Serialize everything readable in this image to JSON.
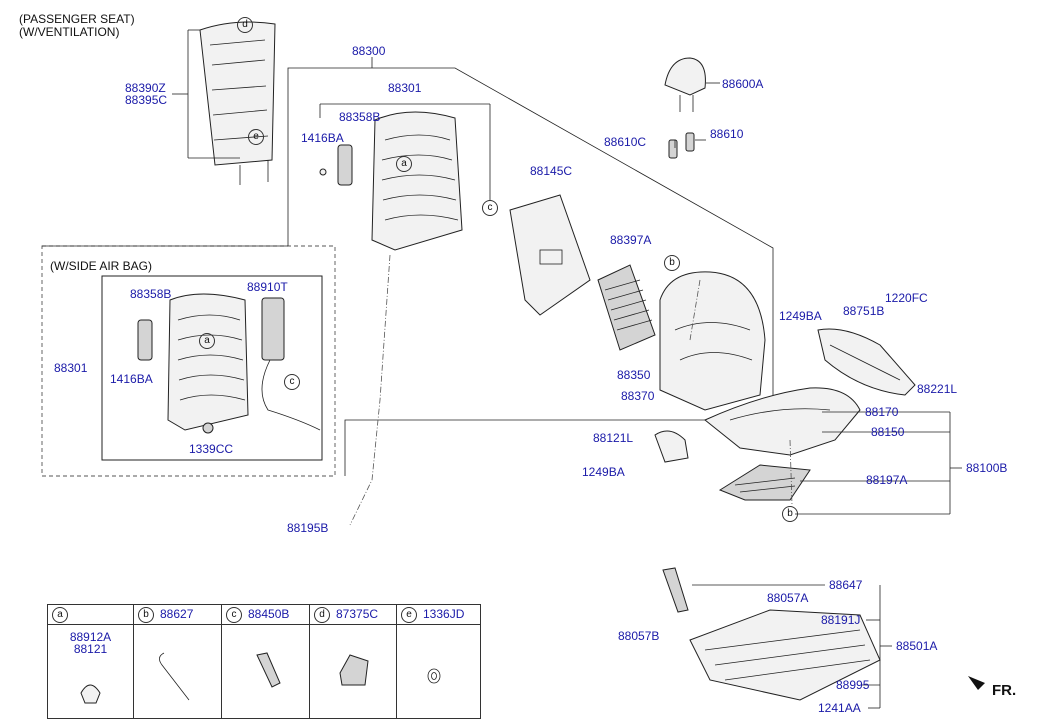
{
  "notes": {
    "line1": "(PASSENGER SEAT)",
    "line2": "(W/VENTILATION)",
    "side_airbag": "(W/SIDE AIR BAG)"
  },
  "parts": [
    {
      "key": "p88390Z",
      "label": "88390Z"
    },
    {
      "key": "p88395C",
      "label": "88395C"
    },
    {
      "key": "p88300",
      "label": "88300"
    },
    {
      "key": "p88301a",
      "label": "88301"
    },
    {
      "key": "p88358Ba",
      "label": "88358B"
    },
    {
      "key": "p1416BAa",
      "label": "1416BA"
    },
    {
      "key": "p88600A",
      "label": "88600A"
    },
    {
      "key": "p88610C",
      "label": "88610C"
    },
    {
      "key": "p88610",
      "label": "88610"
    },
    {
      "key": "p88145C",
      "label": "88145C"
    },
    {
      "key": "p88397A",
      "label": "88397A"
    },
    {
      "key": "p88358Bb",
      "label": "88358B"
    },
    {
      "key": "p88910T",
      "label": "88910T"
    },
    {
      "key": "p88301b",
      "label": "88301"
    },
    {
      "key": "p1416BAb",
      "label": "1416BA"
    },
    {
      "key": "p1339CC",
      "label": "1339CC"
    },
    {
      "key": "p1249BAa",
      "label": "1249BA"
    },
    {
      "key": "p88751B",
      "label": "88751B"
    },
    {
      "key": "p1220FC",
      "label": "1220FC"
    },
    {
      "key": "p88350",
      "label": "88350"
    },
    {
      "key": "p88370",
      "label": "88370"
    },
    {
      "key": "p88221L",
      "label": "88221L"
    },
    {
      "key": "p88170",
      "label": "88170"
    },
    {
      "key": "p88150",
      "label": "88150"
    },
    {
      "key": "p88121L",
      "label": "88121L"
    },
    {
      "key": "p88100B",
      "label": "88100B"
    },
    {
      "key": "p1249BAb",
      "label": "1249BA"
    },
    {
      "key": "p88197A",
      "label": "88197A"
    },
    {
      "key": "p88195B",
      "label": "88195B"
    },
    {
      "key": "p88647",
      "label": "88647"
    },
    {
      "key": "p88057Aa",
      "label": "88057A"
    },
    {
      "key": "p88191J",
      "label": "88191J"
    },
    {
      "key": "p88057B",
      "label": "88057B"
    },
    {
      "key": "p88501A",
      "label": "88501A"
    },
    {
      "key": "p88995",
      "label": "88995"
    },
    {
      "key": "p1241AA",
      "label": "1241AA"
    }
  ],
  "callouts": [
    "a",
    "b",
    "c",
    "d",
    "e"
  ],
  "legend": [
    {
      "letter": "a",
      "code": "",
      "parts": [
        "88912A",
        "88121"
      ]
    },
    {
      "letter": "b",
      "code": "88627",
      "parts": []
    },
    {
      "letter": "c",
      "code": "88450B",
      "parts": []
    },
    {
      "letter": "d",
      "code": "87375C",
      "parts": []
    },
    {
      "letter": "e",
      "code": "1336JD",
      "parts": []
    }
  ],
  "direction": "FR."
}
